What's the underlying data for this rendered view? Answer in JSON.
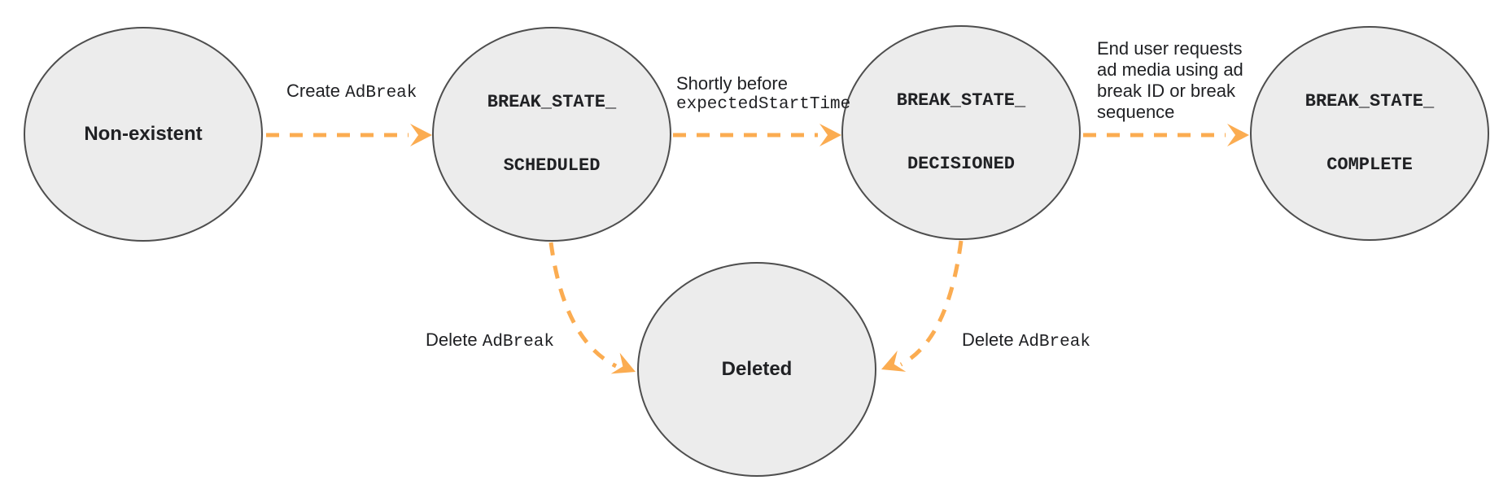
{
  "colors": {
    "background": "#ffffff",
    "node_fill": "#ececec",
    "node_border": "#4e4e4e",
    "arrow": "#fbac51",
    "text": "#202124"
  },
  "nodes": {
    "non_existent": {
      "label": "Non-existent"
    },
    "scheduled": {
      "line1": "BREAK_STATE_",
      "line2": "SCHEDULED"
    },
    "decisioned": {
      "line1": "BREAK_STATE_",
      "line2": "DECISIONED"
    },
    "complete": {
      "line1": "BREAK_STATE_",
      "line2": "COMPLETE"
    },
    "deleted": {
      "label": "Deleted"
    }
  },
  "edges": {
    "create": {
      "prefix": "Create ",
      "code": "AdBreak"
    },
    "decision": {
      "line1": "Shortly before",
      "code": "expectedStartTime"
    },
    "complete": {
      "line1": "End user requests",
      "line2": "ad media using ad",
      "line3": "break ID or break",
      "line4": "sequence"
    },
    "delete_from_scheduled": {
      "prefix": "Delete ",
      "code": "AdBreak"
    },
    "delete_from_decisioned": {
      "prefix": "Delete ",
      "code": "AdBreak"
    }
  }
}
